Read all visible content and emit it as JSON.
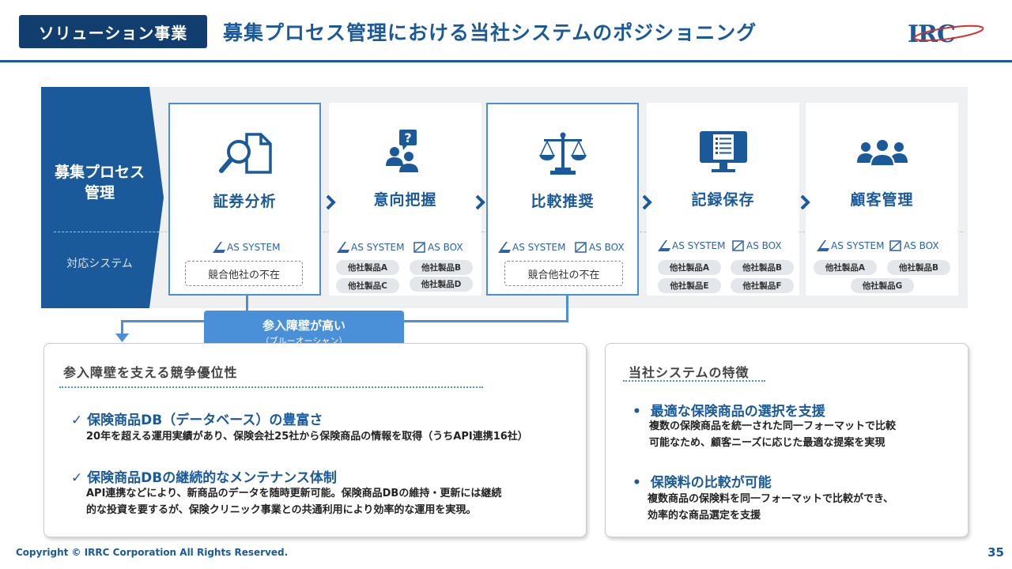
{
  "header": {
    "section_tag": "ソリューション事業",
    "title": "募集プロセス管理における当社システムのポジショニング",
    "logo_text": "IRC"
  },
  "process": {
    "label": "募集プロセス\n管理",
    "system_label": "対応システム",
    "stages": [
      {
        "title": "証券分析",
        "icon": "search-document-icon",
        "highlighted": true
      },
      {
        "title": "意向把握",
        "icon": "user-question-icon",
        "highlighted": false
      },
      {
        "title": "比較推奨",
        "icon": "scale-icon",
        "highlighted": true
      },
      {
        "title": "記録保存",
        "icon": "monitor-checklist-icon",
        "highlighted": false
      },
      {
        "title": "顧客管理",
        "icon": "user-group-icon",
        "highlighted": false
      }
    ],
    "systems": {
      "as_system": "AS SYSTEM",
      "as_box": "AS BOX"
    },
    "stage1": {
      "note": "競合他社の不在"
    },
    "stage2": {
      "products": [
        "他社製品A",
        "他社製品B",
        "他社製品C",
        "他社製品D"
      ]
    },
    "stage3": {
      "note": "競合他社の不在"
    },
    "stage4": {
      "products": [
        "他社製品A",
        "他社製品B",
        "他社製品E",
        "他社製品F"
      ]
    },
    "stage5": {
      "products": [
        "他社製品A",
        "他社製品B",
        "他社製品G"
      ]
    }
  },
  "barrier": {
    "main": "参入障壁が高い",
    "sub": "（ブルーオーシャン）"
  },
  "left_box": {
    "heading": "参入障壁を支える競争優位性",
    "items": [
      {
        "title": "保険商品DB（データベース）の豊富さ",
        "lines": [
          "20年を超える運用実績があり、保険会社25社から保険商品の情報を取得（うちAPI連携16社）"
        ]
      },
      {
        "title": "保険商品DBの継続的なメンテナンス体制",
        "lines": [
          "API連携などにより、新商品のデータを随時更新可能。保険商品DBの維持・更新には継続",
          "的な投資を要するが、保険クリニック事業との共通利用により効率的な運用を実現。"
        ]
      }
    ]
  },
  "right_box": {
    "heading": "当社システムの特徴",
    "items": [
      {
        "title": "最適な保険商品の選択を支援",
        "lines": [
          "複数の保険商品を統一された同一フォーマットで比較",
          "可能なため、顧客ニーズに応じた最適な提案を実現"
        ]
      },
      {
        "title": "保険料の比較が可能",
        "lines": [
          "複数商品の保険料を同一フォーマットで比較ができ、",
          "効率的な商品選定を支援"
        ]
      }
    ]
  },
  "footer": {
    "copyright": "Copyright © IRRC Corporation All Rights Reserved.",
    "page": "35"
  },
  "colors": {
    "navy": "#123d6f",
    "blue": "#1b5a9a",
    "accent": "#4a90d9"
  }
}
